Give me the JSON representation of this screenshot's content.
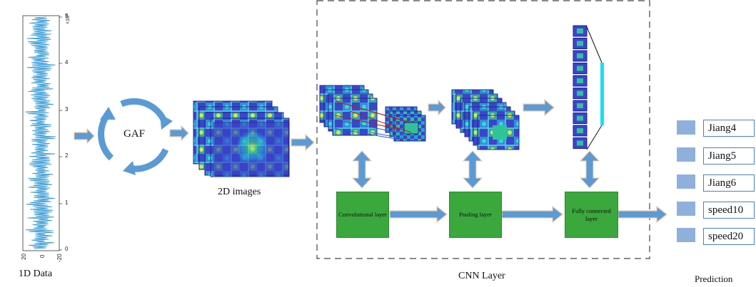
{
  "labels": {
    "data_1d": "1D Data",
    "gaf": "GAF",
    "images_2d": "2D images",
    "cnn_layer": "CNN Layer",
    "prediction": "Prediction"
  },
  "signal_axis": {
    "y_ticks": [
      "0",
      "1",
      "2",
      "3",
      "4",
      "5"
    ],
    "y_multiplier": "×10⁴",
    "x_ticks": [
      "20",
      "0",
      "-20"
    ]
  },
  "layers": {
    "conv": "Convolutional layer",
    "pool": "Pooling layer",
    "fc": "Fully connected layer"
  },
  "classes": [
    "Jiang4",
    "Jiang5",
    "Jiang6",
    "speed10",
    "speed20"
  ],
  "colors": {
    "arrow": "#5b9bd5",
    "layer_box": "#3aa83c",
    "signal": "#1f8fd0",
    "fc_bar": "#19e0f0",
    "class_square": "#8fb0dd"
  }
}
